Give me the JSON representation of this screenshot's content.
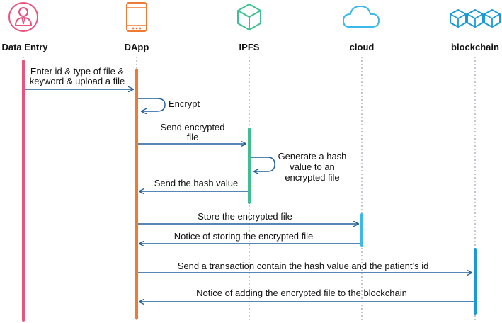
{
  "actors": [
    {
      "id": "data-entry",
      "label": "Data Entry",
      "icon": "user-icon",
      "color": "#e8547e"
    },
    {
      "id": "dapp",
      "label": "DApp",
      "icon": "tablet-icon",
      "color": "#f07a33"
    },
    {
      "id": "ipfs",
      "label": "IPFS",
      "icon": "cube-icon",
      "color": "#3fbf8f"
    },
    {
      "id": "cloud",
      "label": "cloud",
      "icon": "cloud-icon",
      "color": "#3bb9e8"
    },
    {
      "id": "blockchain",
      "label": "blockchain",
      "icon": "blocks-icon",
      "color": "#1a9ad6"
    }
  ],
  "messages": [
    {
      "from": "data-entry",
      "to": "dapp",
      "lines": [
        "Enter id & type of file &",
        "keyword & upload a file"
      ]
    },
    {
      "from": "dapp",
      "to": "dapp",
      "lines": [
        "Encrypt"
      ]
    },
    {
      "from": "dapp",
      "to": "ipfs",
      "lines": [
        "Send encrypted",
        "file"
      ]
    },
    {
      "from": "ipfs",
      "to": "ipfs",
      "lines": [
        "Generate a hash",
        "value to an",
        "encrypted file"
      ]
    },
    {
      "from": "ipfs",
      "to": "dapp",
      "lines": [
        "Send the hash value"
      ]
    },
    {
      "from": "dapp",
      "to": "cloud",
      "lines": [
        "Store the encrypted file"
      ]
    },
    {
      "from": "cloud",
      "to": "dapp",
      "lines": [
        "Notice of storing the encrypted file"
      ]
    },
    {
      "from": "dapp",
      "to": "blockchain",
      "lines": [
        "Send a transaction contain the hash value and the patient’s id"
      ]
    },
    {
      "from": "blockchain",
      "to": "dapp",
      "lines": [
        "Notice of adding the encrypted file to the blockchain"
      ]
    }
  ],
  "colors": {
    "arrow": "#1f5f9e",
    "lifeline": "#8a8fa0"
  }
}
